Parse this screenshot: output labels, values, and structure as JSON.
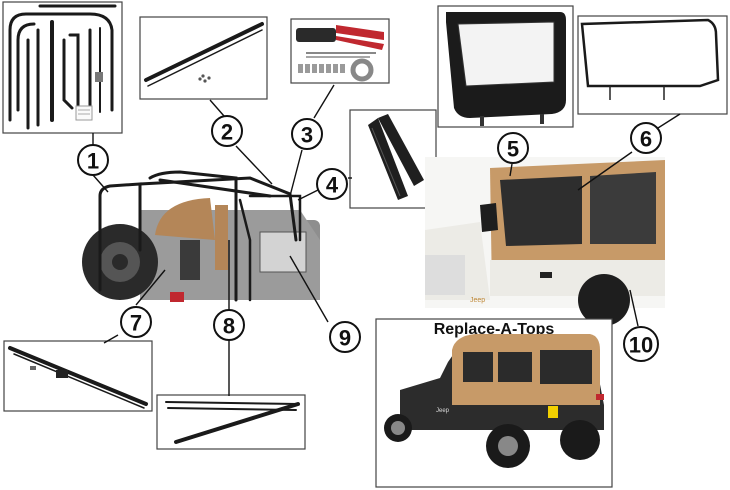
{
  "title": "",
  "callouts": [
    "1",
    "2",
    "3",
    "4",
    "5",
    "6",
    "7",
    "8",
    "9",
    "10"
  ],
  "replace_title": "Replace-A-Tops",
  "colors": {
    "tan": "#c79a68",
    "tan_dark": "#a47a4f",
    "jeep_body": "#3a3a3a",
    "jeep_white": "#ecebe6",
    "accent_red": "#c0282f"
  },
  "thumbnail_logo": "Jeep"
}
